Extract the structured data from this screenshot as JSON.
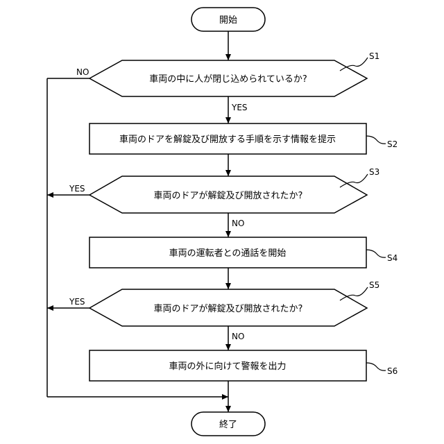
{
  "terminals": {
    "start": "開始",
    "end": "終了"
  },
  "steps": {
    "s1": {
      "id": "S1",
      "text": "車両の中に人が閉じ込められているか?"
    },
    "s2": {
      "id": "S2",
      "text": "車両のドアを解錠及び開放する手順を示す情報を提示"
    },
    "s3": {
      "id": "S3",
      "text": "車両のドアが解錠及び開放されたか?"
    },
    "s4": {
      "id": "S4",
      "text": "車両の運転者との通話を開始"
    },
    "s5": {
      "id": "S5",
      "text": "車両のドアが解錠及び開放されたか?"
    },
    "s6": {
      "id": "S6",
      "text": "車両の外に向けて警報を出力"
    }
  },
  "branches": {
    "s1_yes": "YES",
    "s1_no": "NO",
    "s3_yes": "YES",
    "s3_no": "NO",
    "s5_yes": "YES",
    "s5_no": "NO"
  }
}
